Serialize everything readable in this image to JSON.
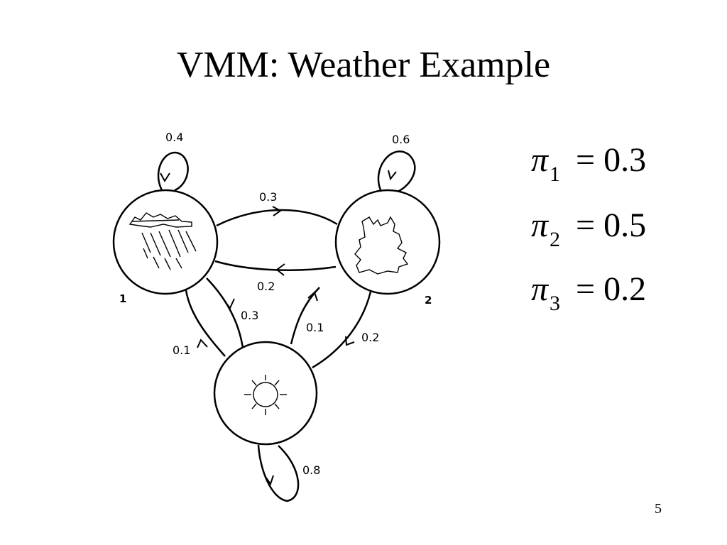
{
  "slide": {
    "title": "VMM: Weather Example",
    "page_number": "5"
  },
  "diagram": {
    "states": [
      {
        "id": "1",
        "label": "1",
        "icon": "rain-cloud-icon"
      },
      {
        "id": "2",
        "label": "2",
        "icon": "cloud-icon"
      },
      {
        "id": "3",
        "icon": "sun-icon"
      }
    ],
    "transitions": [
      {
        "from": "1",
        "to": "1",
        "label": "0.4"
      },
      {
        "from": "2",
        "to": "2",
        "label": "0.6"
      },
      {
        "from": "3",
        "to": "3",
        "label": "0.8"
      },
      {
        "from": "1",
        "to": "2",
        "label": "0.3"
      },
      {
        "from": "2",
        "to": "1",
        "label": "0.2"
      },
      {
        "from": "1",
        "to": "3",
        "label": "0.3"
      },
      {
        "from": "3",
        "to": "1",
        "label": "0.1"
      },
      {
        "from": "3",
        "to": "2",
        "label": "0.1"
      },
      {
        "from": "2",
        "to": "3",
        "label": "0.2"
      }
    ]
  },
  "initial_probs": [
    {
      "symbol": "π",
      "sub": "1",
      "op": "=",
      "value": "0.3"
    },
    {
      "symbol": "π",
      "sub": "2",
      "op": "=",
      "value": "0.5"
    },
    {
      "symbol": "π",
      "sub": "3",
      "op": "=",
      "value": "0.2"
    }
  ]
}
